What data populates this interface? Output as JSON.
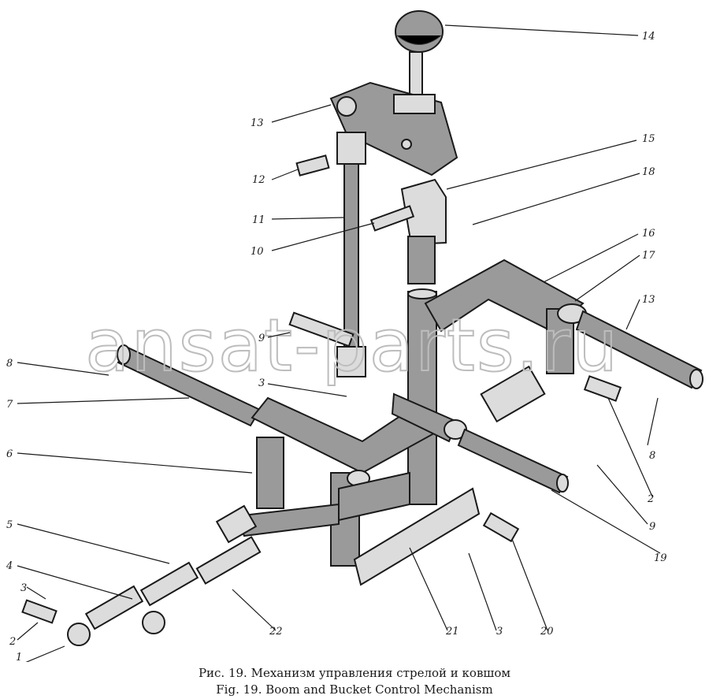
{
  "figure": {
    "caption_ru": "Рис. 19. Механизм управления стрелой и ковшом",
    "caption_en": "Fig. 19. Boom and Bucket Control Mechanism",
    "watermark": "ansat-parts.ru"
  },
  "callouts": [
    "14",
    "13",
    "15",
    "12",
    "18",
    "11",
    "10",
    "16",
    "17",
    "13",
    "9",
    "8",
    "3",
    "7",
    "8",
    "6",
    "2",
    "9",
    "5",
    "19",
    "4",
    "3",
    "22",
    "21",
    "3",
    "20",
    "2",
    "1"
  ]
}
